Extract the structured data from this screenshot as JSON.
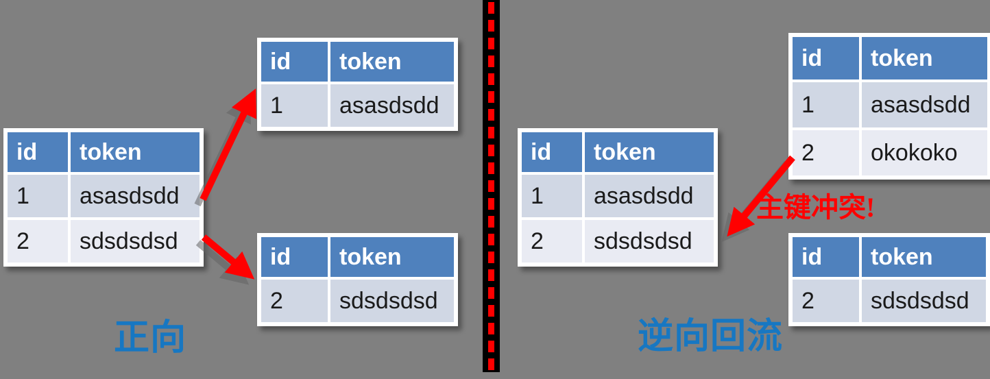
{
  "background_color": "#808080",
  "colors": {
    "table_header_bg": "#4F81BD",
    "table_row_dark": "#D0D7E4",
    "table_row_light": "#E9EBF3",
    "table_border_white": "#FFFFFF",
    "label_blue": "#1777C2",
    "arrow_red": "#FF0000",
    "divider_black": "#000000"
  },
  "left_panel": {
    "label": "正向",
    "source_table": {
      "headers": [
        "id",
        "token"
      ],
      "rows": [
        [
          "1",
          "asasdsdd"
        ],
        [
          "2",
          "sdsdsdsd"
        ]
      ]
    },
    "target_table_top": {
      "headers": [
        "id",
        "token"
      ],
      "rows": [
        [
          "1",
          "asasdsdd"
        ]
      ]
    },
    "target_table_bottom": {
      "headers": [
        "id",
        "token"
      ],
      "rows": [
        [
          "2",
          "sdsdsdsd"
        ]
      ]
    }
  },
  "right_panel": {
    "label": "逆向回流",
    "conflict_label": "主键冲突!",
    "target_table": {
      "headers": [
        "id",
        "token"
      ],
      "rows": [
        [
          "1",
          "asasdsdd"
        ],
        [
          "2",
          "sdsdsdsd"
        ]
      ]
    },
    "source_table_top": {
      "headers": [
        "id",
        "token"
      ],
      "rows": [
        [
          "1",
          "asasdsdd"
        ],
        [
          "2",
          "okokoko"
        ]
      ]
    },
    "source_table_bottom": {
      "headers": [
        "id",
        "token"
      ],
      "rows": [
        [
          "2",
          "sdsdsdsd"
        ]
      ]
    }
  }
}
